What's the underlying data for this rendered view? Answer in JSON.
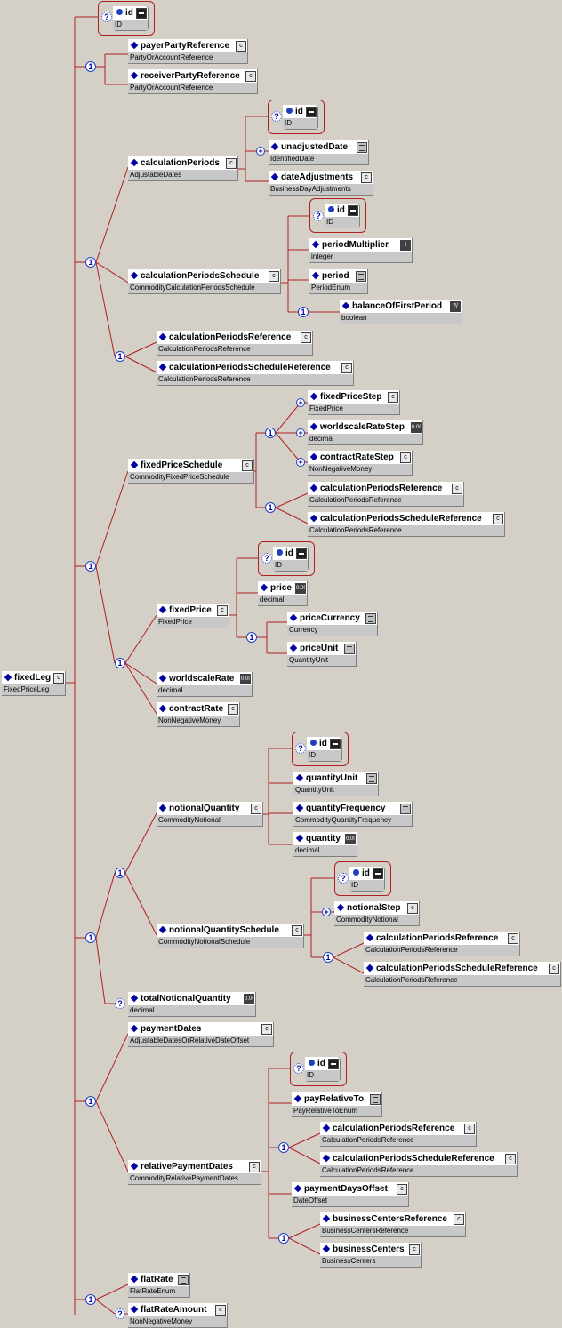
{
  "diagram": {
    "colors": {
      "background": "#d4d0c8",
      "connector": "#b02020",
      "node_name_bg": "#ffffff",
      "node_type_bg": "#c8c8c8",
      "marker": "#1f3fbf"
    },
    "nodes": [
      {
        "id": "fixedLeg",
        "name": "fixedLeg",
        "type": "FixedPriceLeg",
        "icon": "complex",
        "kind": "element"
      },
      {
        "id": "a1",
        "name": "id",
        "type": "ID",
        "icon": "attr",
        "kind": "attribute"
      },
      {
        "id": "payer",
        "name": "payerPartyReference",
        "type": "PartyOrAccountReference",
        "icon": "complex",
        "kind": "element"
      },
      {
        "id": "receiver",
        "name": "receiverPartyReference",
        "type": "PartyOrAccountReference",
        "icon": "complex",
        "kind": "element"
      },
      {
        "id": "calcPeriods",
        "name": "calculationPeriods",
        "type": "AdjustableDates",
        "icon": "complex",
        "kind": "element"
      },
      {
        "id": "a2",
        "name": "id",
        "type": "ID",
        "icon": "attr",
        "kind": "attribute"
      },
      {
        "id": "unadj",
        "name": "unadjustedDate",
        "type": "IdentifiedDate",
        "icon": "enum",
        "kind": "element"
      },
      {
        "id": "dateAdj",
        "name": "dateAdjustments",
        "type": "BusinessDayAdjustments",
        "icon": "complex",
        "kind": "element"
      },
      {
        "id": "cps",
        "name": "calculationPeriodsSchedule",
        "type": "CommodityCalculationPeriodsSchedule",
        "icon": "complex",
        "kind": "element"
      },
      {
        "id": "a3",
        "name": "id",
        "type": "ID",
        "icon": "attr",
        "kind": "attribute"
      },
      {
        "id": "periodMult",
        "name": "periodMultiplier",
        "type": "integer",
        "icon": "int",
        "kind": "element"
      },
      {
        "id": "period",
        "name": "period",
        "type": "PeriodEnum",
        "icon": "enum",
        "kind": "element"
      },
      {
        "id": "balance",
        "name": "balanceOfFirstPeriod",
        "type": "boolean",
        "icon": "bool",
        "kind": "element"
      },
      {
        "id": "cpRef1",
        "name": "calculationPeriodsReference",
        "type": "CalculationPeriodsReference",
        "icon": "complex",
        "kind": "element"
      },
      {
        "id": "cpsRef1",
        "name": "calculationPeriodsScheduleReference",
        "type": "CalculationPeriodsReference",
        "icon": "complex",
        "kind": "element"
      },
      {
        "id": "fps",
        "name": "fixedPriceSchedule",
        "type": "CommodityFixedPriceSchedule",
        "icon": "complex",
        "kind": "element"
      },
      {
        "id": "fpStep",
        "name": "fixedPriceStep",
        "type": "FixedPrice",
        "icon": "complex",
        "kind": "element"
      },
      {
        "id": "wsStep",
        "name": "worldscaleRateStep",
        "type": "decimal",
        "icon": "num",
        "kind": "element"
      },
      {
        "id": "crStep",
        "name": "contractRateStep",
        "type": "NonNegativeMoney",
        "icon": "complex",
        "kind": "element"
      },
      {
        "id": "cpRef2",
        "name": "calculationPeriodsReference",
        "type": "CalculationPeriodsReference",
        "icon": "complex",
        "kind": "element"
      },
      {
        "id": "cpsRef2",
        "name": "calculationPeriodsScheduleReference",
        "type": "CalculationPeriodsReference",
        "icon": "complex",
        "kind": "element"
      },
      {
        "id": "fixedPrice",
        "name": "fixedPrice",
        "type": "FixedPrice",
        "icon": "complex",
        "kind": "element"
      },
      {
        "id": "a4",
        "name": "id",
        "type": "ID",
        "icon": "attr",
        "kind": "attribute"
      },
      {
        "id": "price",
        "name": "price",
        "type": "decimal",
        "icon": "num",
        "kind": "element"
      },
      {
        "id": "priceCur",
        "name": "priceCurrency",
        "type": "Currency",
        "icon": "enum",
        "kind": "element"
      },
      {
        "id": "priceUnit",
        "name": "priceUnit",
        "type": "QuantityUnit",
        "icon": "enum",
        "kind": "element"
      },
      {
        "id": "wsRate",
        "name": "worldscaleRate",
        "type": "decimal",
        "icon": "num",
        "kind": "element"
      },
      {
        "id": "crRate",
        "name": "contractRate",
        "type": "NonNegativeMoney",
        "icon": "complex",
        "kind": "element"
      },
      {
        "id": "nq",
        "name": "notionalQuantity",
        "type": "CommodityNotional",
        "icon": "complex",
        "kind": "element"
      },
      {
        "id": "a5",
        "name": "id",
        "type": "ID",
        "icon": "attr",
        "kind": "attribute"
      },
      {
        "id": "qUnit",
        "name": "quantityUnit",
        "type": "QuantityUnit",
        "icon": "enum",
        "kind": "element"
      },
      {
        "id": "qFreq",
        "name": "quantityFrequency",
        "type": "CommodityQuantityFrequency",
        "icon": "enum",
        "kind": "element"
      },
      {
        "id": "qty",
        "name": "quantity",
        "type": "decimal",
        "icon": "num",
        "kind": "element"
      },
      {
        "id": "nqs",
        "name": "notionalQuantitySchedule",
        "type": "CommodityNotionalSchedule",
        "icon": "complex",
        "kind": "element"
      },
      {
        "id": "a6",
        "name": "id",
        "type": "ID",
        "icon": "attr",
        "kind": "attribute"
      },
      {
        "id": "nStep",
        "name": "notionalStep",
        "type": "CommodityNotional",
        "icon": "complex",
        "kind": "element"
      },
      {
        "id": "cpRef3",
        "name": "calculationPeriodsReference",
        "type": "CalculationPeriodsReference",
        "icon": "complex",
        "kind": "element"
      },
      {
        "id": "cpsRef3",
        "name": "calculationPeriodsScheduleReference",
        "type": "CalculationPeriodsReference",
        "icon": "complex",
        "kind": "element"
      },
      {
        "id": "tnq",
        "name": "totalNotionalQuantity",
        "type": "decimal",
        "icon": "num",
        "kind": "element"
      },
      {
        "id": "payDates",
        "name": "paymentDates",
        "type": "AdjustableDatesOrRelativeDateOffset",
        "icon": "complex",
        "kind": "element"
      },
      {
        "id": "rpd",
        "name": "relativePaymentDates",
        "type": "CommodityRelativePaymentDates",
        "icon": "complex",
        "kind": "element"
      },
      {
        "id": "a7",
        "name": "id",
        "type": "ID",
        "icon": "attr",
        "kind": "attribute"
      },
      {
        "id": "payRel",
        "name": "payRelativeTo",
        "type": "PayRelativeToEnum",
        "icon": "enum",
        "kind": "element"
      },
      {
        "id": "cpRef4",
        "name": "calculationPeriodsReference",
        "type": "CalculationPeriodsReference",
        "icon": "complex",
        "kind": "element"
      },
      {
        "id": "cpsRef4",
        "name": "calculationPeriodsScheduleReference",
        "type": "CalculationPeriodsReference",
        "icon": "complex",
        "kind": "element"
      },
      {
        "id": "pdo",
        "name": "paymentDaysOffset",
        "type": "DateOffset",
        "icon": "complex",
        "kind": "element"
      },
      {
        "id": "bcRef",
        "name": "businessCentersReference",
        "type": "BusinessCentersReference",
        "icon": "complex",
        "kind": "element"
      },
      {
        "id": "bc",
        "name": "businessCenters",
        "type": "BusinessCenters",
        "icon": "complex",
        "kind": "element"
      },
      {
        "id": "flatRate",
        "name": "flatRate",
        "type": "FlatRateEnum",
        "icon": "enum",
        "kind": "element"
      },
      {
        "id": "flatAmt",
        "name": "flatRateAmount",
        "type": "NonNegativeMoney",
        "icon": "complex",
        "kind": "element"
      }
    ],
    "markers": [
      {
        "id": "m-a1",
        "symbol": "?",
        "optional": true
      },
      {
        "id": "m-c1",
        "symbol": "1",
        "optional": false
      },
      {
        "id": "m-c2",
        "symbol": "1",
        "optional": false
      },
      {
        "id": "m-c3",
        "symbol": "1",
        "optional": false
      },
      {
        "id": "m-a2",
        "symbol": "?",
        "optional": true
      },
      {
        "id": "m-unadj",
        "symbol": "+",
        "optional": false
      },
      {
        "id": "m-a3",
        "symbol": "?",
        "optional": true
      },
      {
        "id": "m-bal",
        "symbol": "1",
        "optional": false
      },
      {
        "id": "m-c4",
        "symbol": "1",
        "optional": false
      },
      {
        "id": "m-c5",
        "symbol": "1",
        "optional": false
      },
      {
        "id": "m-c6",
        "symbol": "1",
        "optional": false
      },
      {
        "id": "m-fp",
        "symbol": "+",
        "optional": false
      },
      {
        "id": "m-ws",
        "symbol": "+",
        "optional": false
      },
      {
        "id": "m-cr",
        "symbol": "+",
        "optional": false
      },
      {
        "id": "m-c7",
        "symbol": "1",
        "optional": false
      },
      {
        "id": "m-c8",
        "symbol": "1",
        "optional": false
      },
      {
        "id": "m-a4",
        "symbol": "?",
        "optional": true
      },
      {
        "id": "m-c9",
        "symbol": "1",
        "optional": false
      },
      {
        "id": "m-c10",
        "symbol": "1",
        "optional": false
      },
      {
        "id": "m-c11",
        "symbol": "1",
        "optional": false
      },
      {
        "id": "m-a5",
        "symbol": "?",
        "optional": true
      },
      {
        "id": "m-a6",
        "symbol": "?",
        "optional": true
      },
      {
        "id": "m-ns",
        "symbol": "+",
        "optional": false
      },
      {
        "id": "m-c12",
        "symbol": "1",
        "optional": false
      },
      {
        "id": "m-tnq",
        "symbol": "?",
        "optional": true
      },
      {
        "id": "m-c13",
        "symbol": "1",
        "optional": false
      },
      {
        "id": "m-a7",
        "symbol": "?",
        "optional": true
      },
      {
        "id": "m-c14",
        "symbol": "1",
        "optional": false
      },
      {
        "id": "m-c15",
        "symbol": "1",
        "optional": false
      },
      {
        "id": "m-c16",
        "symbol": "1",
        "optional": false
      },
      {
        "id": "m-fra",
        "symbol": "?",
        "optional": true
      }
    ]
  }
}
